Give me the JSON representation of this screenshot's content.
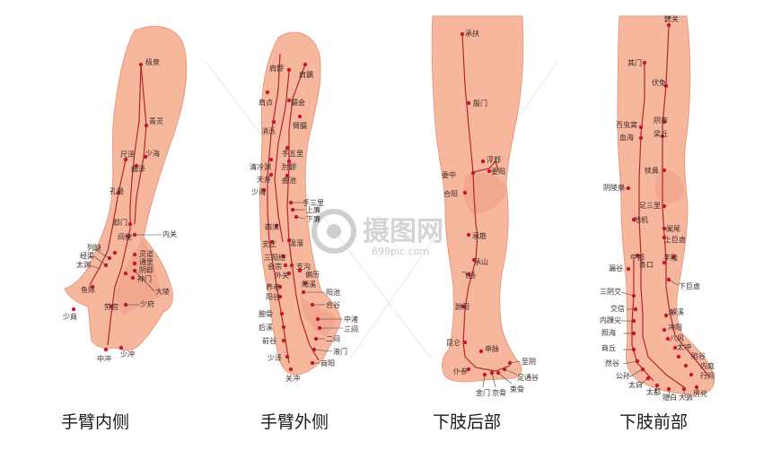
{
  "captions": {
    "arm_inner": "手臂内侧",
    "arm_outer": "手臂外侧",
    "leg_back": "下肢后部",
    "leg_front": "下肢前部"
  },
  "watermark": {
    "brand": "摄图网",
    "url": "699pic.com"
  },
  "arm_inner_labels": [
    "极泉",
    "青灵",
    "少海",
    "尺泽",
    "曲泽",
    "孔最",
    "郄门",
    "间使",
    "内关",
    "列缺",
    "经渠",
    "太渊",
    "灵道",
    "通里",
    "阴郄",
    "神门",
    "大陵",
    "鱼际",
    "少府",
    "劳宫",
    "少商",
    "中冲",
    "少冲"
  ],
  "arm_outer_labels": [
    "肩髎",
    "肩髃",
    "臑会",
    "肩贞",
    "臂臑",
    "消泺",
    "手五里",
    "清冷渊",
    "肘髎",
    "天井",
    "曲池",
    "少海",
    "手三里",
    "上廉",
    "下廉",
    "四渎",
    "支正",
    "温溜",
    "三阳络",
    "会宗",
    "支沟",
    "偏历",
    "外关",
    "阳溪",
    "养老",
    "阳池",
    "阳谷",
    "合谷",
    "腕骨",
    "中渚",
    "后溪",
    "三间",
    "前谷",
    "二间",
    "液门",
    "少泽",
    "商阳",
    "关冲"
  ],
  "leg_back_labels": [
    "承扶",
    "殷门",
    "浮郄",
    "委阳",
    "委中",
    "合阳",
    "承筋",
    "承山",
    "飞扬",
    "跗阳",
    "昆仑",
    "申脉",
    "仆参",
    "至阴",
    "足通谷",
    "金门",
    "京骨",
    "束骨"
  ],
  "leg_front_labels": [
    "髀关",
    "其门",
    "伏兔",
    "百虫窝",
    "阴市",
    "血海",
    "梁丘",
    "犊鼻",
    "阴陵泉",
    "足三里",
    "地机",
    "阑尾",
    "上巨虚",
    "中都",
    "丰隆",
    "漏谷",
    "条口",
    "下巨虚",
    "三阴交",
    "交信",
    "解溪",
    "内踝尖",
    "冲阳",
    "照海",
    "八风",
    "商丘",
    "太冲",
    "陷谷",
    "然谷",
    "内庭",
    "公孙",
    "行间",
    "太白",
    "太都",
    "隐白",
    "大敦",
    "厉兑"
  ]
}
